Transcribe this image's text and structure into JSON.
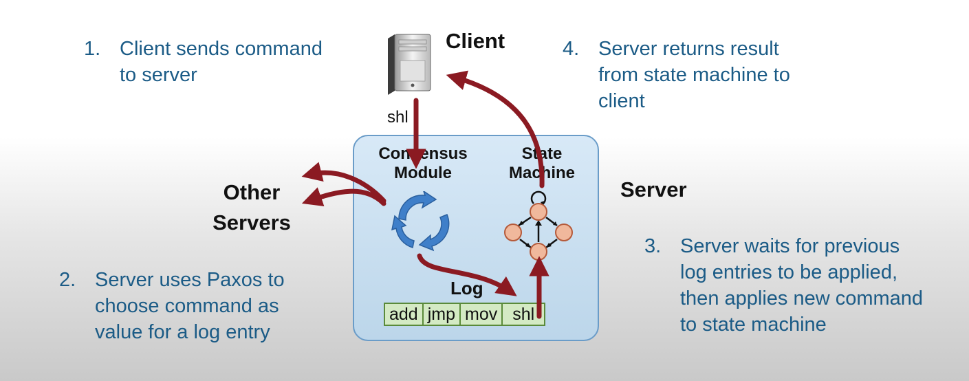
{
  "steps": [
    {
      "number": "1.",
      "text": "Client sends command\nto server"
    },
    {
      "number": "2.",
      "text": "Server uses Paxos  to\nchoose command as\nvalue for a log entry"
    },
    {
      "number": "3.",
      "text": "Server waits for previous\nlog entries to be applied,\nthen applies new command\nto state machine"
    },
    {
      "number": "4.",
      "text": "Server returns result\nfrom state machine to\nclient"
    }
  ],
  "labels": {
    "client": "Client",
    "command": "shl",
    "server": "Server",
    "other_servers": "Other\nServers",
    "consensus_module": "Consensus\nModule",
    "state_machine": "State\nMachine",
    "log": "Log"
  },
  "log_entries": [
    "add",
    "jmp",
    "mov",
    "shl"
  ],
  "colors": {
    "step_text": "#1b5b86",
    "arrow": "#8b1a22",
    "server_box": "#c8dff0",
    "log_cell": "#d4eac4",
    "state_node": "#f0b89c",
    "consensus_icon": "#3f7fc9"
  },
  "icons": {
    "client": "computer-tower-icon",
    "consensus": "cycle-arrows-icon",
    "state_machine": "state-diagram-icon"
  }
}
